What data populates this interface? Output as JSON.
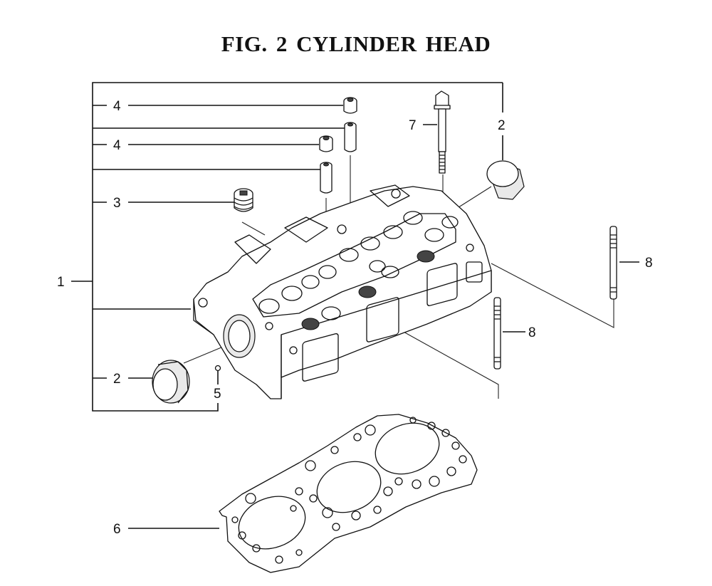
{
  "title": "FIG.  2  CYLINDER HEAD",
  "callouts": {
    "c1": "1",
    "c2_top": "2",
    "c2_bottom": "2",
    "c3": "3",
    "c4_top": "4",
    "c4_mid": "4",
    "c5": "5",
    "c6": "6",
    "c7": "7",
    "c8_right": "8",
    "c8_mid": "8"
  }
}
